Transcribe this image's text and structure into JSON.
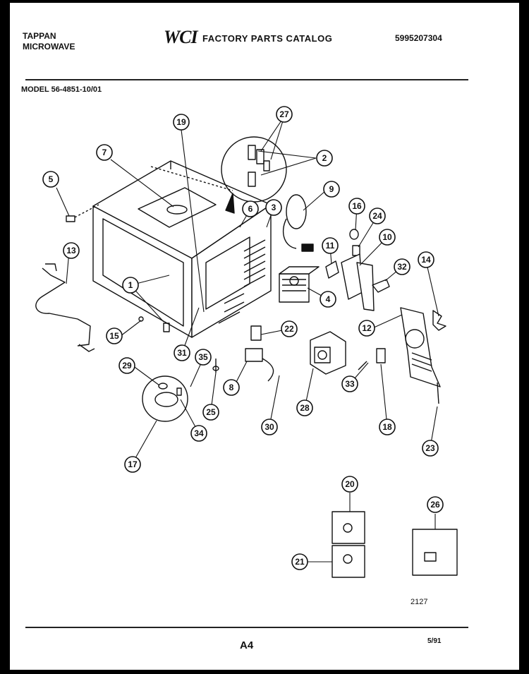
{
  "header": {
    "brand_line1": "TAPPAN",
    "brand_line2": "MICROWAVE",
    "logo": "WCI",
    "catalog_title": "FACTORY PARTS CATALOG",
    "part_number": "5995207304",
    "model": "MODEL 56-4851-10/01"
  },
  "footer": {
    "drawing_code": "2127",
    "page": "A4",
    "date": "5/91"
  },
  "callouts": [
    {
      "id": "callout-1",
      "label": "1"
    },
    {
      "id": "callout-2",
      "label": "2"
    },
    {
      "id": "callout-3",
      "label": "3"
    },
    {
      "id": "callout-4",
      "label": "4"
    },
    {
      "id": "callout-5",
      "label": "5"
    },
    {
      "id": "callout-6",
      "label": "6"
    },
    {
      "id": "callout-7",
      "label": "7"
    },
    {
      "id": "callout-8",
      "label": "8"
    },
    {
      "id": "callout-9",
      "label": "9"
    },
    {
      "id": "callout-10",
      "label": "10"
    },
    {
      "id": "callout-11",
      "label": "11"
    },
    {
      "id": "callout-12",
      "label": "12"
    },
    {
      "id": "callout-13",
      "label": "13"
    },
    {
      "id": "callout-14",
      "label": "14"
    },
    {
      "id": "callout-15",
      "label": "15"
    },
    {
      "id": "callout-16",
      "label": "16"
    },
    {
      "id": "callout-17",
      "label": "17"
    },
    {
      "id": "callout-18",
      "label": "18"
    },
    {
      "id": "callout-19",
      "label": "19"
    },
    {
      "id": "callout-20",
      "label": "20"
    },
    {
      "id": "callout-21",
      "label": "21"
    },
    {
      "id": "callout-22",
      "label": "22"
    },
    {
      "id": "callout-23",
      "label": "23"
    },
    {
      "id": "callout-24",
      "label": "24"
    },
    {
      "id": "callout-25",
      "label": "25"
    },
    {
      "id": "callout-26",
      "label": "26"
    },
    {
      "id": "callout-27",
      "label": "27"
    },
    {
      "id": "callout-28",
      "label": "28"
    },
    {
      "id": "callout-29",
      "label": "29"
    },
    {
      "id": "callout-30",
      "label": "30"
    },
    {
      "id": "callout-31",
      "label": "31"
    },
    {
      "id": "callout-32",
      "label": "32"
    },
    {
      "id": "callout-33",
      "label": "33"
    },
    {
      "id": "callout-34",
      "label": "34"
    },
    {
      "id": "callout-35",
      "label": "35"
    }
  ]
}
